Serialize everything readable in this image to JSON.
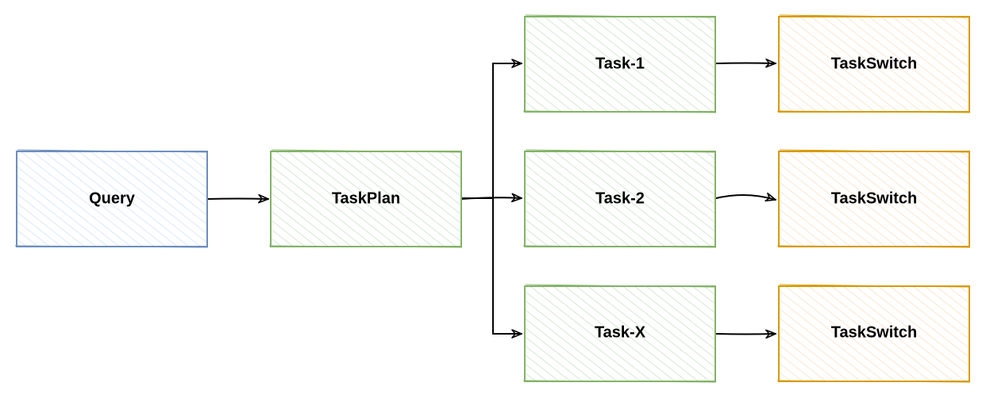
{
  "diagram": {
    "colors": {
      "blue_stroke": "#6c8ebf",
      "blue_fill": "#dae8fc",
      "green_stroke": "#82b366",
      "green_fill": "#d5e8d4",
      "orange_stroke": "#d79b00",
      "orange_fill": "#ffe6cc",
      "edge": "#000000"
    },
    "nodes": {
      "query": "Query",
      "taskplan": "TaskPlan",
      "task1": "Task-1",
      "task2": "Task-2",
      "taskx": "Task-X",
      "switch1": "TaskSwitch",
      "switch2": "TaskSwitch",
      "switchx": "TaskSwitch"
    },
    "edges": [
      {
        "from": "Query",
        "to": "TaskPlan"
      },
      {
        "from": "TaskPlan",
        "to": "Task-1"
      },
      {
        "from": "TaskPlan",
        "to": "Task-2"
      },
      {
        "from": "TaskPlan",
        "to": "Task-X"
      },
      {
        "from": "Task-1",
        "to": "TaskSwitch"
      },
      {
        "from": "Task-2",
        "to": "TaskSwitch"
      },
      {
        "from": "Task-X",
        "to": "TaskSwitch"
      }
    ]
  }
}
